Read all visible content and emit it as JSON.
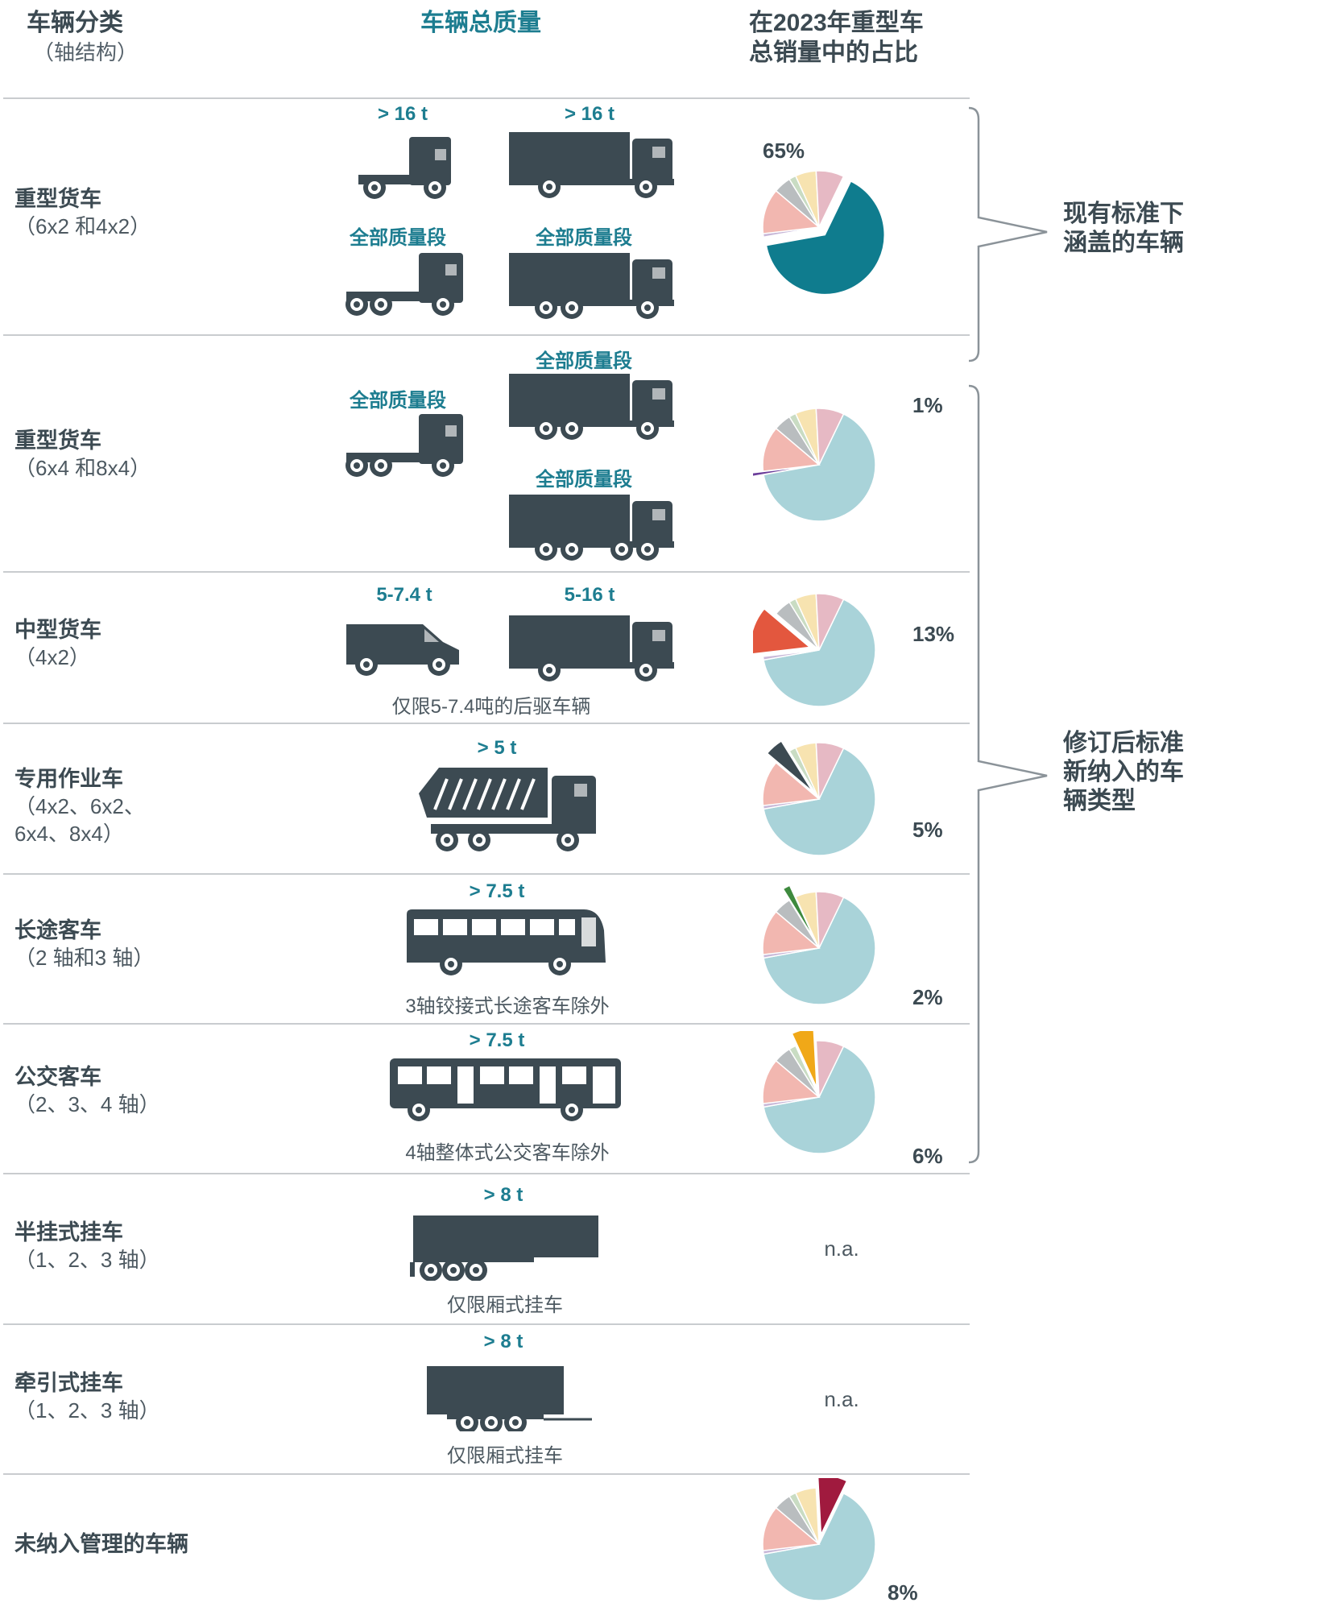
{
  "header": {
    "col1_title": "车辆分类",
    "col1_sub": "（轴结构）",
    "col2_title": "车辆总质量",
    "col3_line1": "在2023年重型车",
    "col3_line2": "总销量中的占比"
  },
  "rows": [
    {
      "name": "重型货车",
      "axle": "（6x2 和4x2）",
      "weights": [
        "> 16 t",
        "> 16 t",
        "全部质量段",
        "全部质量段"
      ],
      "pct": "65%",
      "pct_value": 65
    },
    {
      "name": "重型货车",
      "axle": "（6x4 和8x4）",
      "weights": [
        "全部质量段",
        "全部质量段",
        "全部质量段"
      ],
      "pct": "1%",
      "pct_value": 1
    },
    {
      "name": "中型货车",
      "axle": "（4x2）",
      "weights": [
        "5-7.4 t",
        "5-16 t"
      ],
      "note": "仅限5-7.4吨的后驱车辆",
      "pct": "13%",
      "pct_value": 13
    },
    {
      "name": "专用作业车",
      "axle": "（4x2、6x2、\n6x4、8x4）",
      "weights": [
        "> 5 t"
      ],
      "pct": "5%",
      "pct_value": 5
    },
    {
      "name": "长途客车",
      "axle": "（2 轴和3 轴）",
      "weights": [
        "> 7.5 t"
      ],
      "note": "3轴铰接式长途客车除外",
      "pct": "2%",
      "pct_value": 2
    },
    {
      "name": "公交客车",
      "axle": "（2、3、4 轴）",
      "weights": [
        "> 7.5 t"
      ],
      "note": "4轴整体式公交客车除外",
      "pct": "6%",
      "pct_value": 6
    },
    {
      "name": "半挂式挂车",
      "axle": "（1、2、3 轴）",
      "weights": [
        "> 8 t"
      ],
      "note": "仅限厢式挂车",
      "pct": "n.a."
    },
    {
      "name": "牵引式挂车",
      "axle": "（1、2、3 轴）",
      "weights": [
        "> 8 t"
      ],
      "note": "仅限厢式挂车",
      "pct": "n.a."
    },
    {
      "name": "未纳入管理的车辆",
      "axle": "",
      "pct": "8%",
      "pct_value": 8
    }
  ],
  "brackets": {
    "existing": [
      "现有标准下",
      "涵盖的车辆"
    ],
    "revised": [
      "修订后标准",
      "新纳入的车",
      "辆类型"
    ]
  },
  "chart_data": {
    "type": "pie",
    "title": "在2023年重型车总销量中的占比",
    "categories": [
      "重型货车（6x2 和4x2）",
      "重型货车（6x4 和8x4）",
      "中型货车（4x2）",
      "专用作业车",
      "长途客车",
      "公交客车",
      "未纳入管理的车辆"
    ],
    "values": [
      65,
      1,
      13,
      5,
      2,
      6,
      8
    ],
    "colors": [
      "#0f7c8e",
      "#6b3d9a",
      "#e3573e",
      "#3c4a52",
      "#3e8a3e",
      "#f0a818",
      "#a01a3e"
    ],
    "base_color": "#a9d3d9"
  },
  "colors": {
    "teal": "#1d7d90",
    "text": "#3c4a52",
    "vehicle": "#3c4a52",
    "rule": "#c9cccf"
  }
}
